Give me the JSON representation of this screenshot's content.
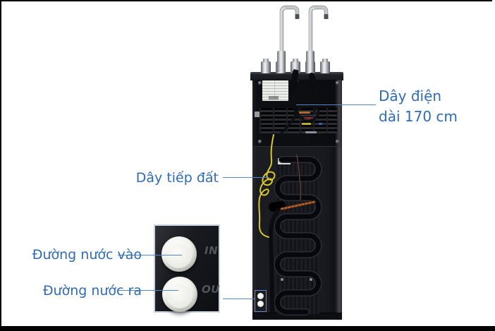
{
  "labels": {
    "power_cord": "Dây điện\ndài 170 cm",
    "ground_wire": "Dây tiếp đất",
    "water_in": "Đường nước vào",
    "water_out": "Đường nước ra"
  },
  "inset": {
    "port_in": "IN",
    "port_out": "OU"
  },
  "colors": {
    "label_text": "#2e6cb6",
    "callout_line": "#5585c5",
    "highlight_box": "#5b8fd0",
    "ground_wire_yellow": "#d7c72f",
    "device_body": "#17181d",
    "chrome": "#c9cbd0",
    "inset_border": "#c8d6e4",
    "background": "#ffffff"
  }
}
